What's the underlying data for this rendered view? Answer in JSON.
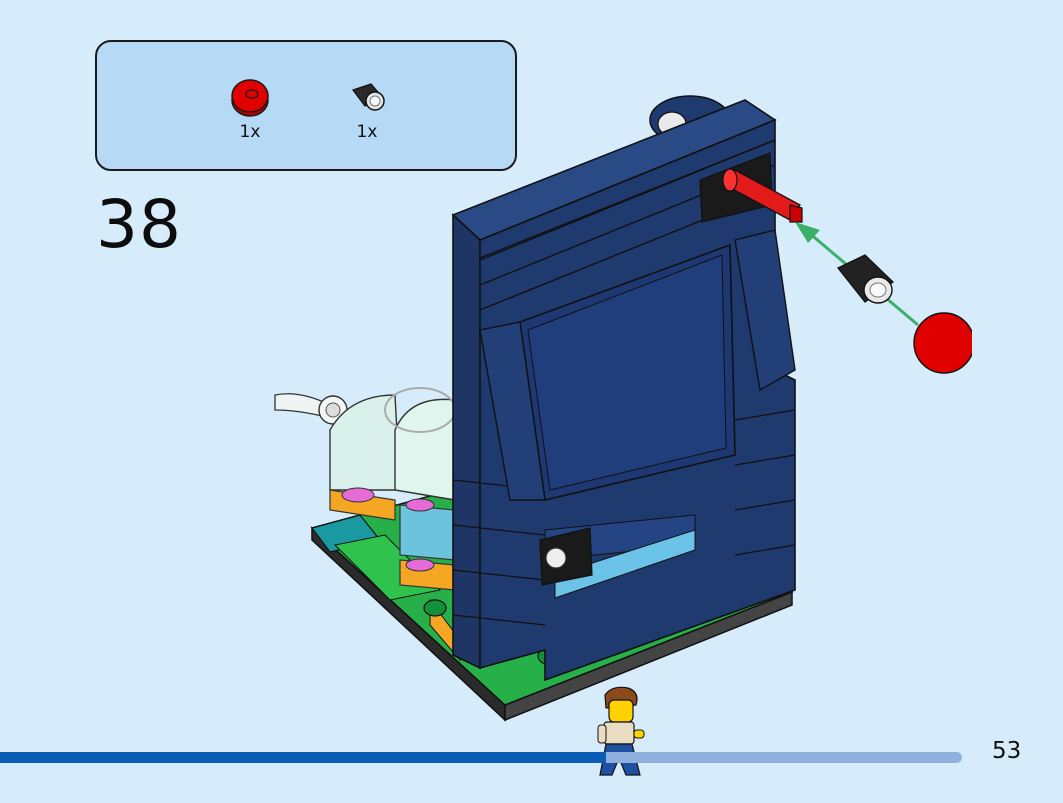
{
  "parts_list": {
    "items": [
      {
        "name": "red-round-plate",
        "color": "#e00000",
        "quantity": "1x"
      },
      {
        "name": "black-tube-bush",
        "color": "#1a1a1a",
        "quantity": "1x"
      }
    ]
  },
  "step": {
    "number": "38"
  },
  "colors": {
    "background": "#d6ecfb",
    "panel": "#b6d9f6",
    "dark_blue_brick": "#1f3a6e",
    "green_base": "#27b04a",
    "axle_red": "#e31a1a",
    "arrow_green": "#3caf6a"
  },
  "progress": {
    "fraction": 0.63
  },
  "page": {
    "number": "53"
  }
}
